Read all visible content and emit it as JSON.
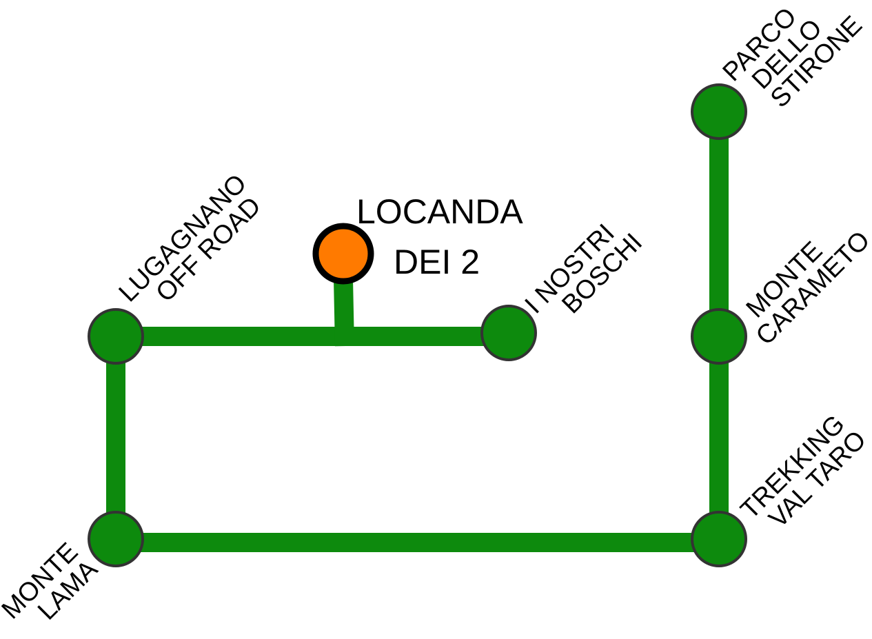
{
  "colors": {
    "route": "#0d8a0d",
    "stop_fill": "#0d8a0d",
    "stop_stroke": "#333333",
    "home_fill": "#ff7a00",
    "home_stroke": "#000000",
    "text": "#000000"
  },
  "home": {
    "name": "LOCANDA DEI 2",
    "label_lines": [
      "LOCANDA",
      "DEI 2"
    ]
  },
  "stops": {
    "lugagnano": {
      "name": "LUGAGNANO OFF ROAD",
      "label_lines": [
        "LUGAGNANO",
        "OFF ROAD"
      ]
    },
    "nostri": {
      "name": "I NOSTRI BOSCHI",
      "label_lines": [
        "I NOSTRI",
        "BOSCHI"
      ]
    },
    "lama": {
      "name": "MONTE LAMA",
      "label_lines": [
        "MONTE",
        "LAMA"
      ]
    },
    "trekking": {
      "name": "TREKKING VAL TARO",
      "label_lines": [
        "TREKKING",
        "VAL TARO"
      ]
    },
    "carameto": {
      "name": "MONTE CARAMETO",
      "label_lines": [
        "MONTE",
        "CARAMETO"
      ]
    },
    "parco": {
      "name": "PARCO DELLO STIRONE",
      "label_lines": [
        "PARCO",
        "DELLO",
        "STIRONE"
      ]
    }
  }
}
